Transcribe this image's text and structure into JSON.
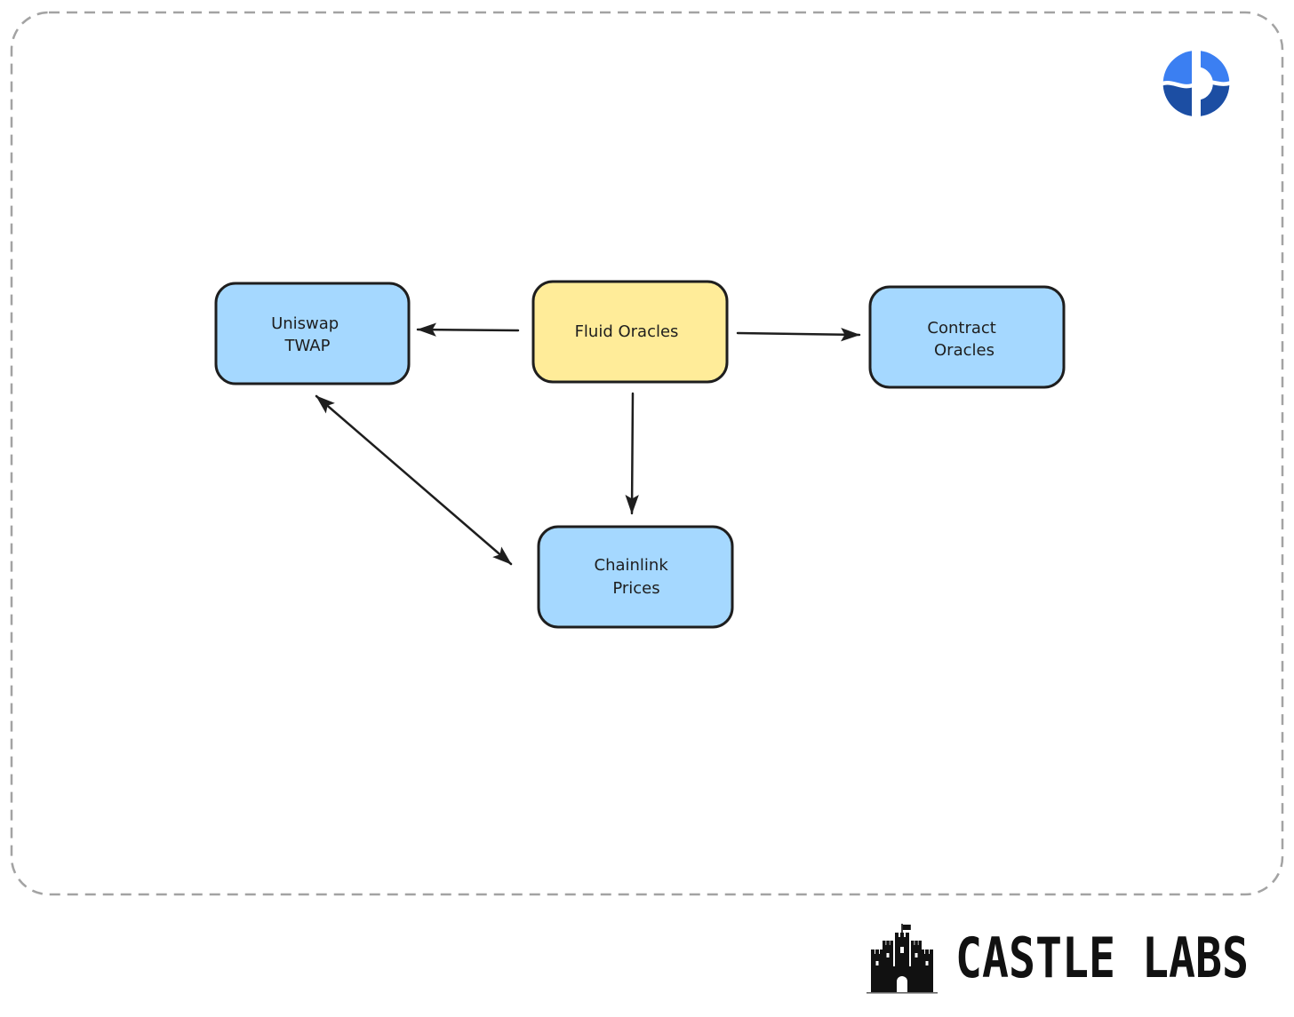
{
  "diagram": {
    "nodes": [
      {
        "lines": [
          "Uniswap",
          "TWAP"
        ],
        "fill": "#a5d8ff"
      },
      {
        "lines": [
          "Fluid Oracles"
        ],
        "fill": "#ffec99"
      },
      {
        "lines": [
          "Contract",
          "Oracles"
        ],
        "fill": "#a5d8ff"
      },
      {
        "lines": [
          "Chainlink",
          "Prices"
        ],
        "fill": "#a5d8ff"
      }
    ],
    "edges": [
      {
        "from": 1,
        "to": 0,
        "arrow_start": false,
        "arrow_end": true
      },
      {
        "from": 1,
        "to": 2,
        "arrow_start": false,
        "arrow_end": true
      },
      {
        "from": 1,
        "to": 3,
        "arrow_start": false,
        "arrow_end": true
      },
      {
        "from": 0,
        "to": 3,
        "arrow_start": true,
        "arrow_end": true
      }
    ],
    "stroke_color": "#1e1e1e",
    "frame_border_color": "#a3a3a3"
  },
  "logo": {
    "icon": "fluid-logo-icon",
    "colors": {
      "light": "#3b7ff2",
      "dark": "#1c4ea3"
    }
  },
  "footer": {
    "icon": "castle-icon",
    "brand": "CASTLE LABS"
  }
}
